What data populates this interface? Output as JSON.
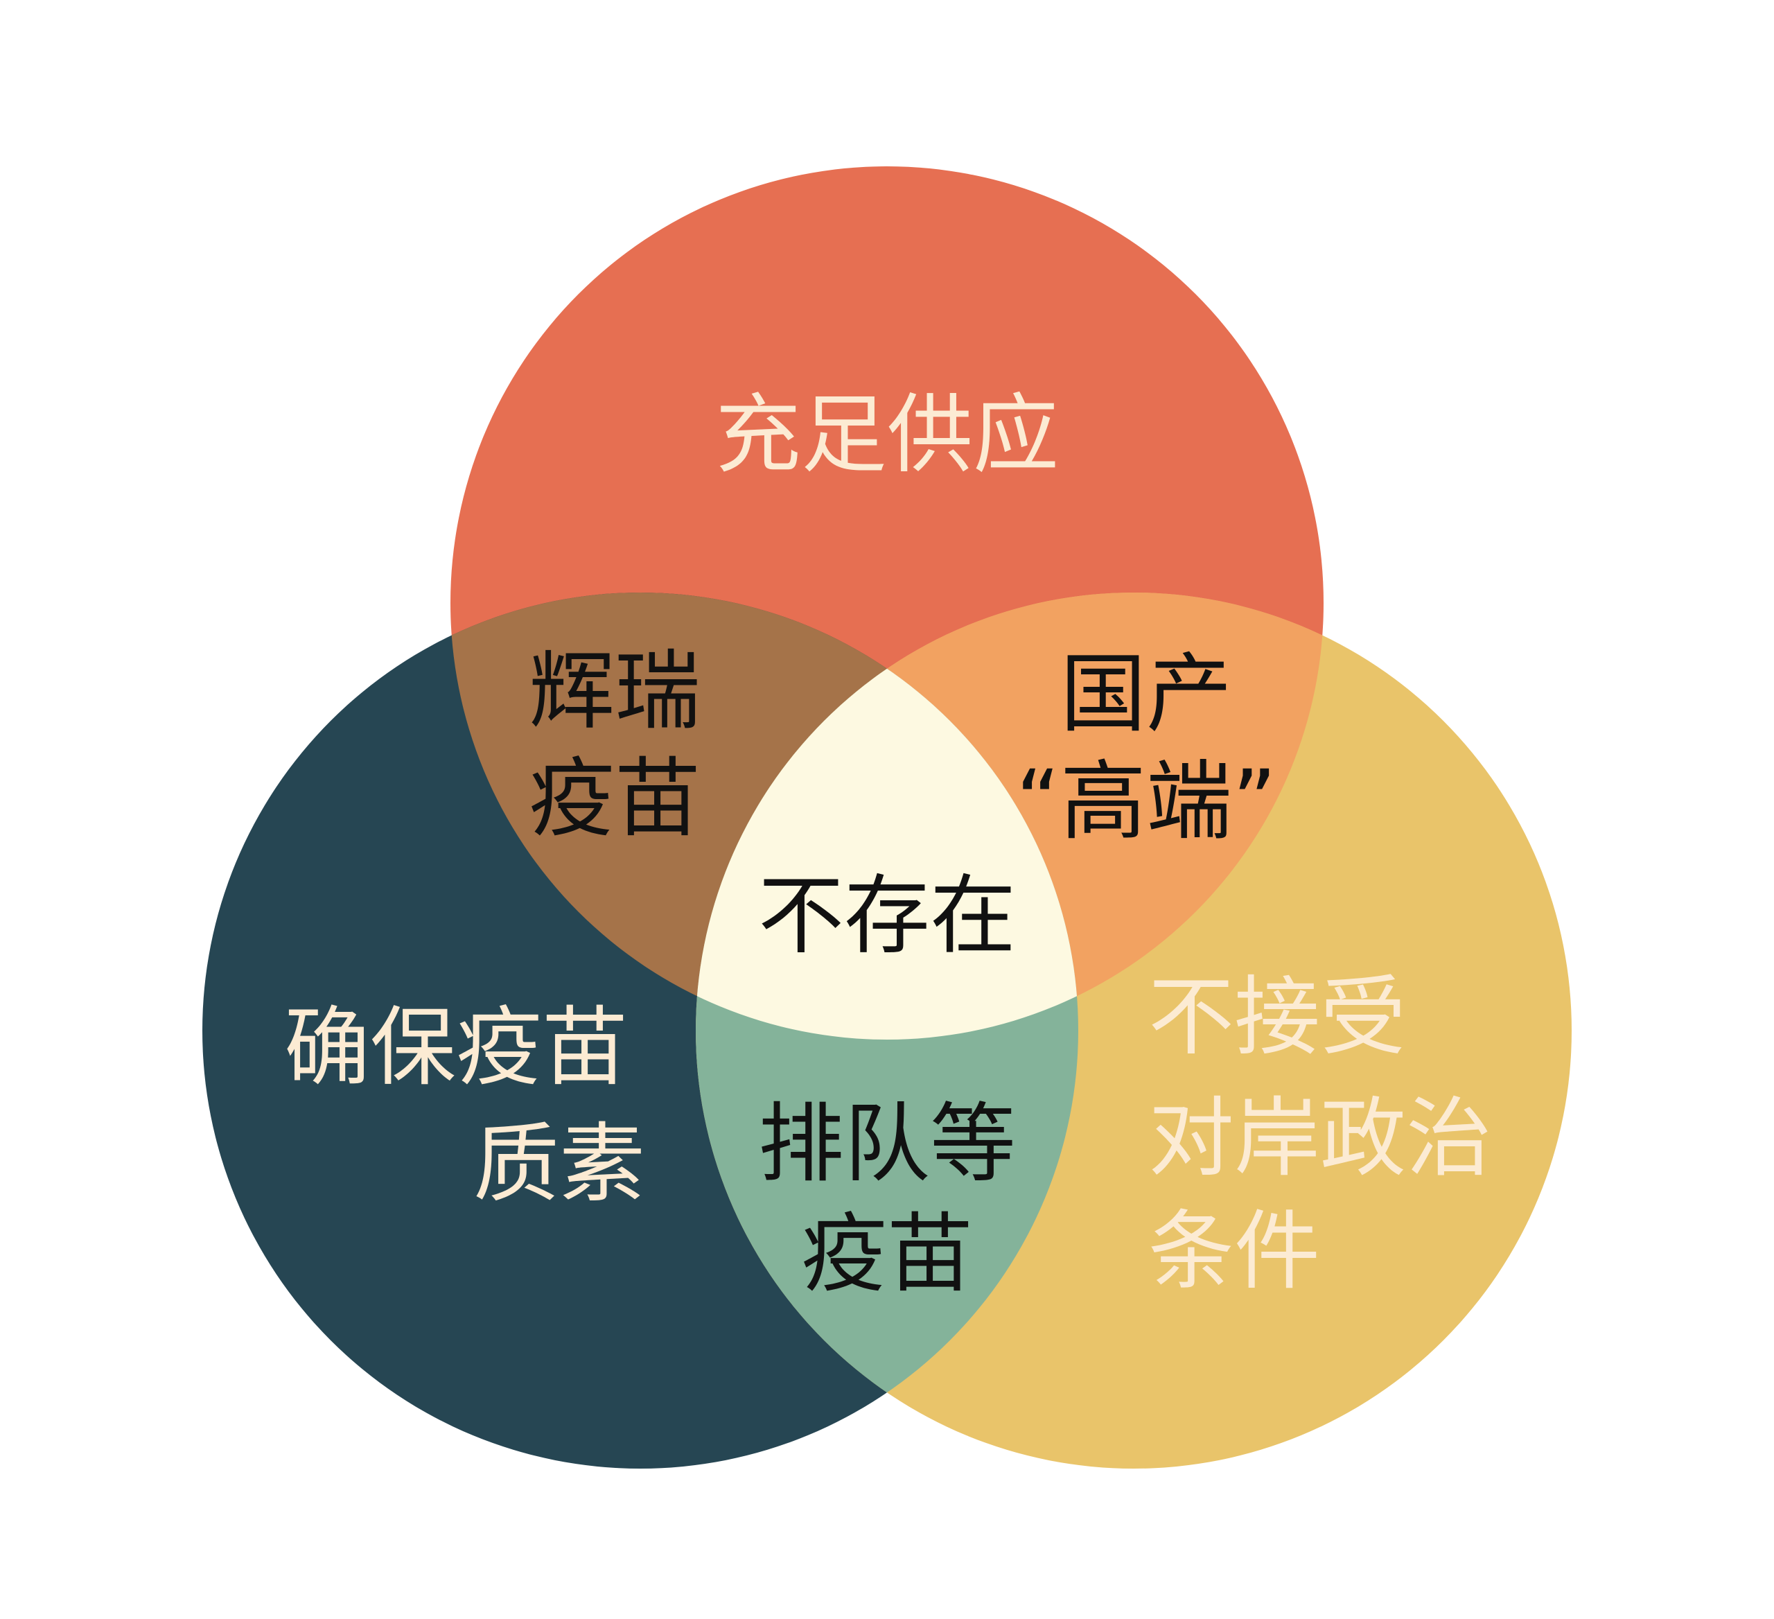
{
  "colors": {
    "top": "#e66f52",
    "left": "#264653",
    "right": "#e9c46a",
    "top_left": "#a57349",
    "top_right": "#f2a261",
    "left_right": "#84b39a",
    "center": "#fdf9e1"
  },
  "sets": {
    "top": {
      "label": "充足供应"
    },
    "left": {
      "lines": [
        "确保疫苗",
        "质素"
      ]
    },
    "right": {
      "lines": [
        "不接受",
        "对岸政治",
        "条件"
      ]
    }
  },
  "intersections": {
    "top_left": {
      "lines": [
        "辉瑞",
        "疫苗"
      ]
    },
    "top_right": {
      "lines": [
        "国产",
        "“高端”"
      ]
    },
    "left_right": {
      "lines": [
        "排队等",
        "疫苗"
      ]
    },
    "center": {
      "label": "不存在"
    }
  }
}
